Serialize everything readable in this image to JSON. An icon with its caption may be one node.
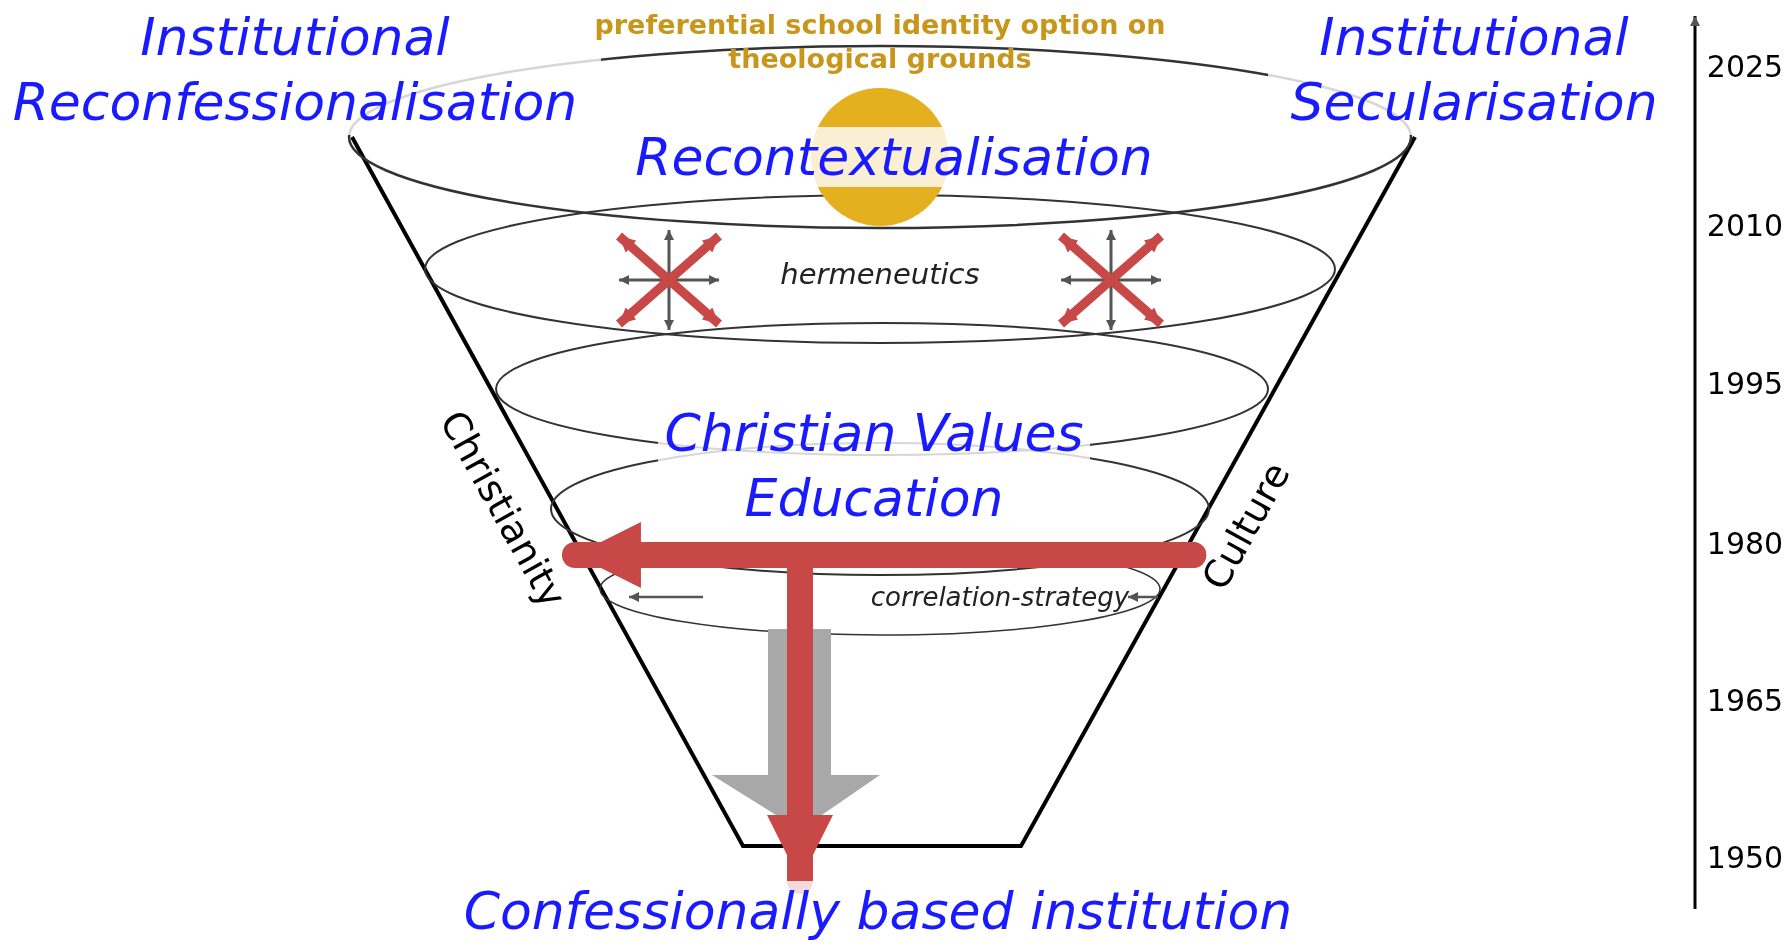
{
  "diagram": {
    "nodes": [
      {
        "text": [
          "Christianity"
        ]
      },
      {
        "text": [
          "Culture"
        ]
      },
      {
        "text": [
          "Confessionally based institution"
        ]
      }
    ],
    "edges": [
      {
        "from": 1,
        "to": 0,
        "arrow": "to"
      },
      {
        "from": 1,
        "to": 2,
        "arrow": "to"
      }
    ],
    "labels": [
      "Institutional Reconfessionalisation",
      "preferential school identity option on theological grounds",
      "Institutional Secularisation",
      "Recontextualisation",
      "hermeneutics",
      "Christian Values Education",
      "correlation-strategy",
      "2025",
      "2010",
      "1995",
      "1980",
      "1965",
      "1950"
    ]
  }
}
